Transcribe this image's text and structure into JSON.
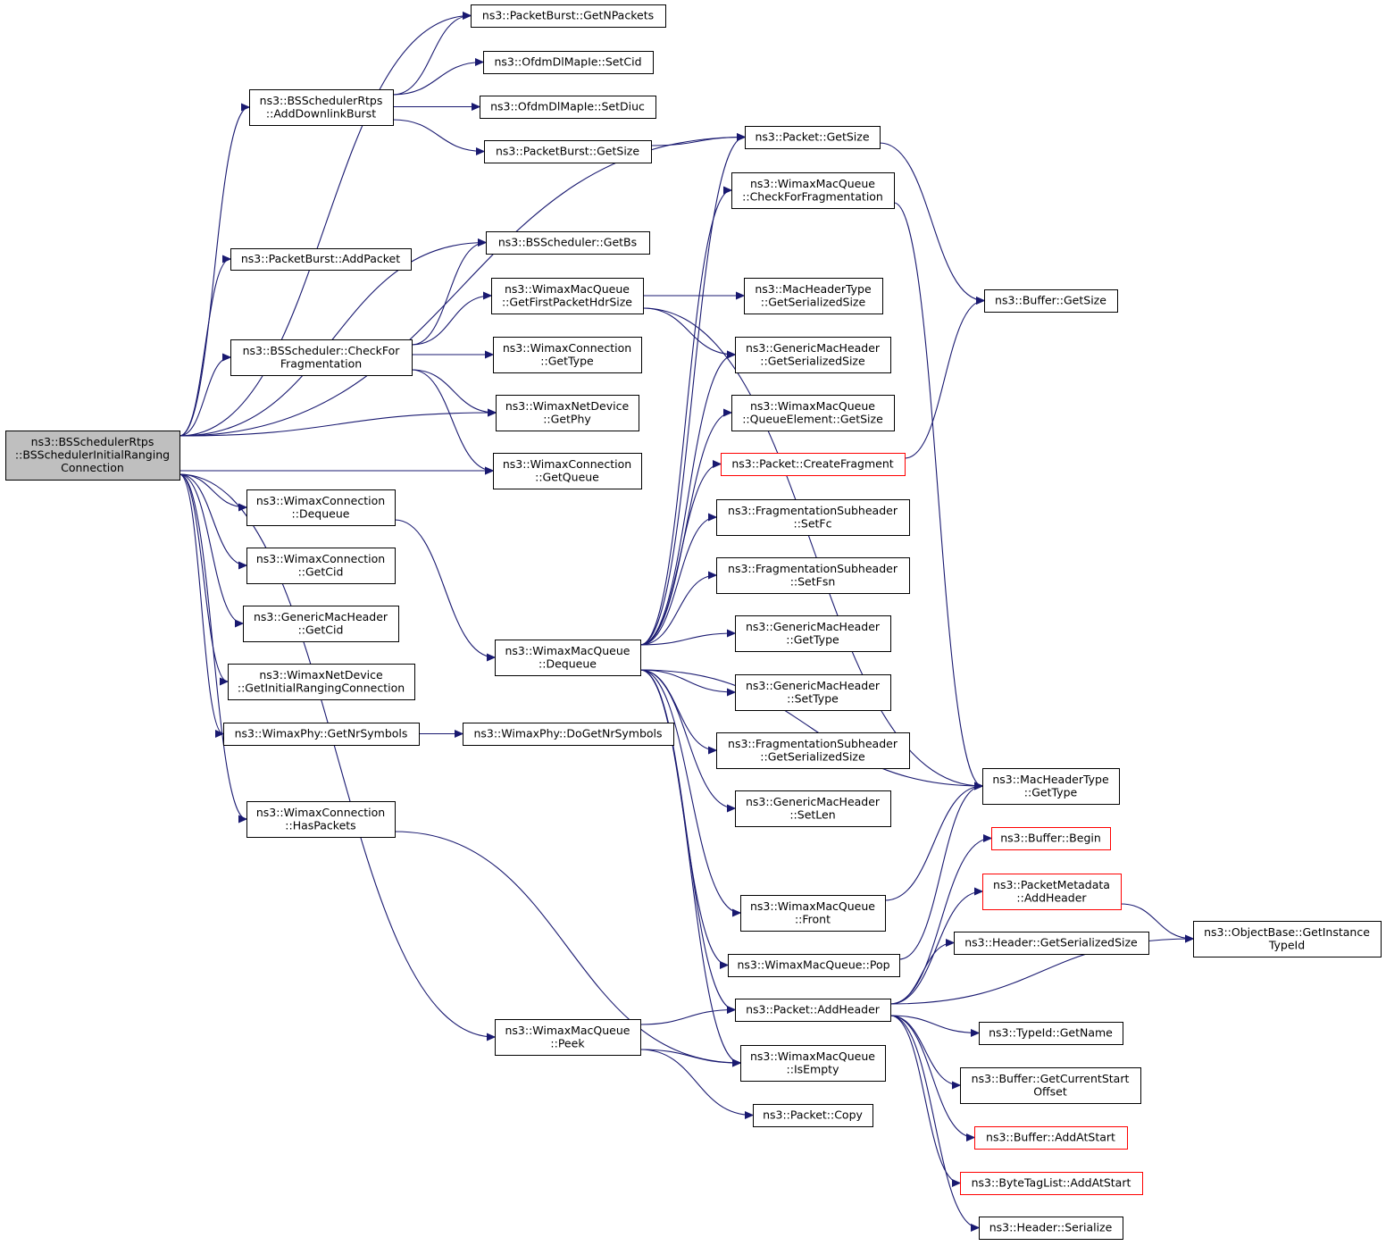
{
  "colors": {
    "edge": "#191970",
    "node_border": "#000000",
    "node_border_truncated": "#ff0000",
    "root_fill": "#bfbfbf",
    "node_fill": "#ffffff"
  },
  "nodes": [
    {
      "id": "root",
      "lines": [
        "ns3::BSSchedulerRtps",
        "::BSSchedulerInitialRanging",
        "Connection"
      ],
      "root": true
    },
    {
      "id": "addDownlinkBurst",
      "lines": [
        "ns3::BSSchedulerRtps",
        "::AddDownlinkBurst"
      ]
    },
    {
      "id": "pbAddPacket",
      "lines": [
        "ns3::PacketBurst::AddPacket"
      ]
    },
    {
      "id": "bsCheckFrag",
      "lines": [
        "ns3::BSScheduler::CheckFor",
        "Fragmentation"
      ]
    },
    {
      "id": "wcDequeue",
      "lines": [
        "ns3::WimaxConnection",
        "::Dequeue"
      ]
    },
    {
      "id": "wcGetCid",
      "lines": [
        "ns3::WimaxConnection",
        "::GetCid"
      ]
    },
    {
      "id": "gmhGetCid",
      "lines": [
        "ns3::GenericMacHeader",
        "::GetCid"
      ]
    },
    {
      "id": "wndGetIRC",
      "lines": [
        "ns3::WimaxNetDevice",
        "::GetInitialRangingConnection"
      ]
    },
    {
      "id": "phyGetNr",
      "lines": [
        "ns3::WimaxPhy::GetNrSymbols"
      ]
    },
    {
      "id": "wcHasPackets",
      "lines": [
        "ns3::WimaxConnection",
        "::HasPackets"
      ]
    },
    {
      "id": "pbGetNPackets",
      "lines": [
        "ns3::PacketBurst::GetNPackets"
      ]
    },
    {
      "id": "ofdmSetCid",
      "lines": [
        "ns3::OfdmDlMapIe::SetCid"
      ]
    },
    {
      "id": "ofdmSetDiuc",
      "lines": [
        "ns3::OfdmDlMapIe::SetDiuc"
      ]
    },
    {
      "id": "pbGetSize",
      "lines": [
        "ns3::PacketBurst::GetSize"
      ]
    },
    {
      "id": "bsGetBs",
      "lines": [
        "ns3::BSScheduler::GetBs"
      ]
    },
    {
      "id": "wmqGetFirst",
      "lines": [
        "ns3::WimaxMacQueue",
        "::GetFirstPacketHdrSize"
      ]
    },
    {
      "id": "wcGetType",
      "lines": [
        "ns3::WimaxConnection",
        "::GetType"
      ]
    },
    {
      "id": "wndGetPhy",
      "lines": [
        "ns3::WimaxNetDevice",
        "::GetPhy"
      ]
    },
    {
      "id": "wcGetQueue",
      "lines": [
        "ns3::WimaxConnection",
        "::GetQueue"
      ]
    },
    {
      "id": "wmqDequeue",
      "lines": [
        "ns3::WimaxMacQueue",
        "::Dequeue"
      ]
    },
    {
      "id": "phyDoGetNr",
      "lines": [
        "ns3::WimaxPhy::DoGetNrSymbols"
      ]
    },
    {
      "id": "wmqPeek",
      "lines": [
        "ns3::WimaxMacQueue",
        "::Peek"
      ]
    },
    {
      "id": "pktGetSize",
      "lines": [
        "ns3::Packet::GetSize"
      ]
    },
    {
      "id": "wmqCheckFrag",
      "lines": [
        "ns3::WimaxMacQueue",
        "::CheckForFragmentation"
      ]
    },
    {
      "id": "mhtGetSer",
      "lines": [
        "ns3::MacHeaderType",
        "::GetSerializedSize"
      ]
    },
    {
      "id": "gmhGetSer",
      "lines": [
        "ns3::GenericMacHeader",
        "::GetSerializedSize"
      ]
    },
    {
      "id": "qeGetSize",
      "lines": [
        "ns3::WimaxMacQueue",
        "::QueueElement::GetSize"
      ]
    },
    {
      "id": "pktCreateFrag",
      "lines": [
        "ns3::Packet::CreateFragment"
      ],
      "truncated": true
    },
    {
      "id": "fsSetFc",
      "lines": [
        "ns3::FragmentationSubheader",
        "::SetFc"
      ]
    },
    {
      "id": "fsSetFsn",
      "lines": [
        "ns3::FragmentationSubheader",
        "::SetFsn"
      ]
    },
    {
      "id": "gmhGetType",
      "lines": [
        "ns3::GenericMacHeader",
        "::GetType"
      ]
    },
    {
      "id": "gmhSetType",
      "lines": [
        "ns3::GenericMacHeader",
        "::SetType"
      ]
    },
    {
      "id": "fsGetSer",
      "lines": [
        "ns3::FragmentationSubheader",
        "::GetSerializedSize"
      ]
    },
    {
      "id": "gmhSetLen",
      "lines": [
        "ns3::GenericMacHeader",
        "::SetLen"
      ]
    },
    {
      "id": "wmqFront",
      "lines": [
        "ns3::WimaxMacQueue",
        "::Front"
      ]
    },
    {
      "id": "wmqPop",
      "lines": [
        "ns3::WimaxMacQueue::Pop"
      ]
    },
    {
      "id": "pktAddHeader",
      "lines": [
        "ns3::Packet::AddHeader"
      ]
    },
    {
      "id": "wmqIsEmpty",
      "lines": [
        "ns3::WimaxMacQueue",
        "::IsEmpty"
      ]
    },
    {
      "id": "pktCopy",
      "lines": [
        "ns3::Packet::Copy"
      ]
    },
    {
      "id": "bufGetSize",
      "lines": [
        "ns3::Buffer::GetSize"
      ]
    },
    {
      "id": "mhtGetType",
      "lines": [
        "ns3::MacHeaderType",
        "::GetType"
      ]
    },
    {
      "id": "bufBegin",
      "lines": [
        "ns3::Buffer::Begin"
      ],
      "truncated": true
    },
    {
      "id": "pmAddHeader",
      "lines": [
        "ns3::PacketMetadata",
        "::AddHeader"
      ],
      "truncated": true
    },
    {
      "id": "hdrGetSer",
      "lines": [
        "ns3::Header::GetSerializedSize"
      ]
    },
    {
      "id": "tidGetName",
      "lines": [
        "ns3::TypeId::GetName"
      ]
    },
    {
      "id": "bufGetCSO",
      "lines": [
        "ns3::Buffer::GetCurrentStart",
        "Offset"
      ]
    },
    {
      "id": "bufAddAtStart",
      "lines": [
        "ns3::Buffer::AddAtStart"
      ],
      "truncated": true
    },
    {
      "id": "btlAddAtStart",
      "lines": [
        "ns3::ByteTagList::AddAtStart"
      ],
      "truncated": true
    },
    {
      "id": "hdrSerialize",
      "lines": [
        "ns3::Header::Serialize"
      ]
    },
    {
      "id": "obGetInstance",
      "lines": [
        "ns3::ObjectBase::GetInstance",
        "TypeId"
      ]
    }
  ],
  "edges": [
    [
      "root",
      "pbGetNPackets"
    ],
    [
      "root",
      "addDownlinkBurst"
    ],
    [
      "root",
      "pktGetSize"
    ],
    [
      "root",
      "pbAddPacket"
    ],
    [
      "root",
      "bsGetBs"
    ],
    [
      "root",
      "bsCheckFrag"
    ],
    [
      "root",
      "wndGetPhy"
    ],
    [
      "root",
      "wcGetQueue"
    ],
    [
      "root",
      "wcDequeue"
    ],
    [
      "root",
      "wcGetCid"
    ],
    [
      "root",
      "gmhGetCid"
    ],
    [
      "root",
      "wndGetIRC"
    ],
    [
      "root",
      "phyGetNr"
    ],
    [
      "root",
      "wcHasPackets"
    ],
    [
      "root",
      "wmqPeek"
    ],
    [
      "addDownlinkBurst",
      "pbGetNPackets"
    ],
    [
      "addDownlinkBurst",
      "ofdmSetCid"
    ],
    [
      "addDownlinkBurst",
      "ofdmSetDiuc"
    ],
    [
      "addDownlinkBurst",
      "pbGetSize"
    ],
    [
      "pbGetSize",
      "pktGetSize"
    ],
    [
      "bsCheckFrag",
      "bsGetBs"
    ],
    [
      "bsCheckFrag",
      "wmqGetFirst"
    ],
    [
      "bsCheckFrag",
      "wcGetType"
    ],
    [
      "bsCheckFrag",
      "wndGetPhy"
    ],
    [
      "bsCheckFrag",
      "wcGetQueue"
    ],
    [
      "wmqGetFirst",
      "mhtGetSer"
    ],
    [
      "wmqGetFirst",
      "gmhGetSer"
    ],
    [
      "wmqGetFirst",
      "mhtGetType"
    ],
    [
      "wcDequeue",
      "wmqDequeue"
    ],
    [
      "phyGetNr",
      "phyDoGetNr"
    ],
    [
      "wcHasPackets",
      "wmqIsEmpty"
    ],
    [
      "wmqDequeue",
      "pktGetSize"
    ],
    [
      "wmqDequeue",
      "wmqCheckFrag"
    ],
    [
      "wmqDequeue",
      "gmhGetSer"
    ],
    [
      "wmqDequeue",
      "qeGetSize"
    ],
    [
      "wmqDequeue",
      "pktCreateFrag"
    ],
    [
      "wmqDequeue",
      "fsSetFc"
    ],
    [
      "wmqDequeue",
      "fsSetFsn"
    ],
    [
      "wmqDequeue",
      "gmhGetType"
    ],
    [
      "wmqDequeue",
      "gmhSetType"
    ],
    [
      "wmqDequeue",
      "fsGetSer"
    ],
    [
      "wmqDequeue",
      "gmhSetLen"
    ],
    [
      "wmqDequeue",
      "mhtGetType"
    ],
    [
      "wmqDequeue",
      "wmqFront"
    ],
    [
      "wmqDequeue",
      "wmqPop"
    ],
    [
      "wmqDequeue",
      "pktAddHeader"
    ],
    [
      "wmqDequeue",
      "wmqIsEmpty"
    ],
    [
      "wmqPeek",
      "pktAddHeader"
    ],
    [
      "wmqPeek",
      "wmqIsEmpty"
    ],
    [
      "wmqPeek",
      "pktCopy"
    ],
    [
      "pktGetSize",
      "bufGetSize"
    ],
    [
      "pktCreateFrag",
      "bufGetSize"
    ],
    [
      "wmqCheckFrag",
      "mhtGetType"
    ],
    [
      "wmqFront",
      "mhtGetType"
    ],
    [
      "wmqPop",
      "mhtGetType"
    ],
    [
      "pktAddHeader",
      "bufBegin"
    ],
    [
      "pktAddHeader",
      "pmAddHeader"
    ],
    [
      "pktAddHeader",
      "hdrGetSer"
    ],
    [
      "pktAddHeader",
      "obGetInstance"
    ],
    [
      "pktAddHeader",
      "tidGetName"
    ],
    [
      "pktAddHeader",
      "bufGetCSO"
    ],
    [
      "pktAddHeader",
      "bufAddAtStart"
    ],
    [
      "pktAddHeader",
      "btlAddAtStart"
    ],
    [
      "pktAddHeader",
      "hdrSerialize"
    ],
    [
      "pmAddHeader",
      "obGetInstance"
    ]
  ]
}
